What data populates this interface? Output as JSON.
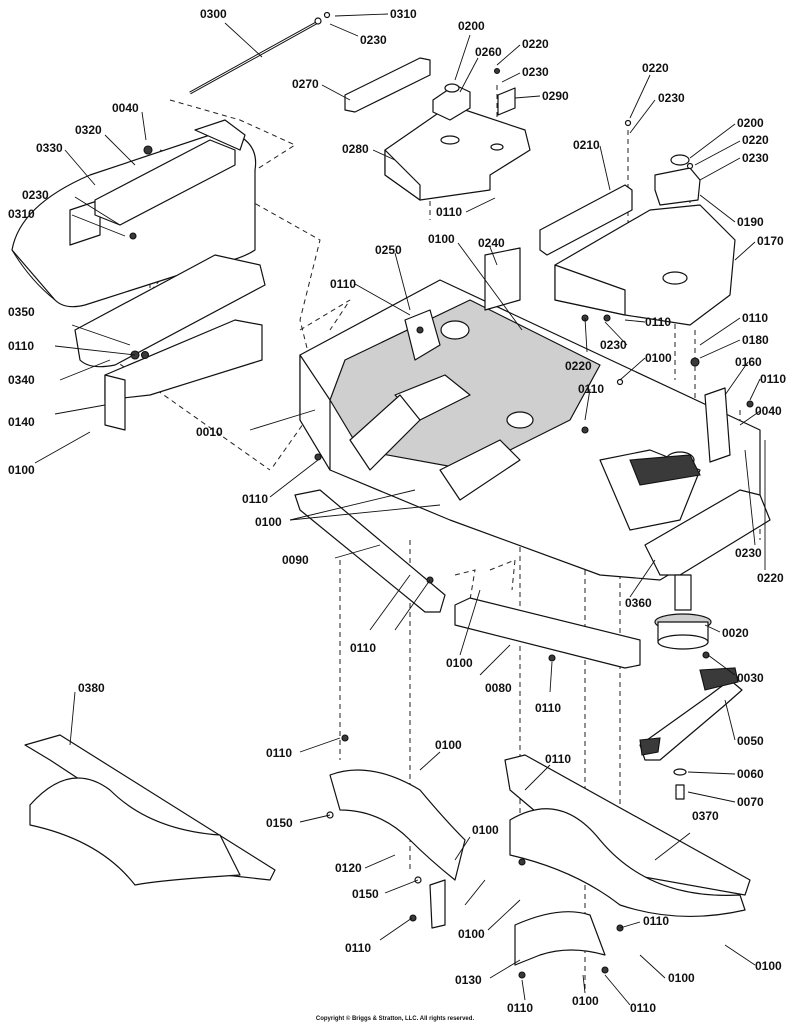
{
  "callouts": [
    {
      "id": "0300",
      "text": "0300"
    },
    {
      "id": "0310a",
      "text": "0310"
    },
    {
      "id": "0230a",
      "text": "0230"
    },
    {
      "id": "0200a",
      "text": "0200"
    },
    {
      "id": "0260",
      "text": "0260"
    },
    {
      "id": "0220a",
      "text": "0220"
    },
    {
      "id": "0230b",
      "text": "0230"
    },
    {
      "id": "0290",
      "text": "0290"
    },
    {
      "id": "0270",
      "text": "0270"
    },
    {
      "id": "0280",
      "text": "0280"
    },
    {
      "id": "0110a",
      "text": "0110"
    },
    {
      "id": "0220b",
      "text": "0220"
    },
    {
      "id": "0230c",
      "text": "0230"
    },
    {
      "id": "0200b",
      "text": "0200"
    },
    {
      "id": "0220c",
      "text": "0220"
    },
    {
      "id": "0230d",
      "text": "0230"
    },
    {
      "id": "0190",
      "text": "0190"
    },
    {
      "id": "0210",
      "text": "0210"
    },
    {
      "id": "0170",
      "text": "0170"
    },
    {
      "id": "0040a",
      "text": "0040"
    },
    {
      "id": "0320",
      "text": "0320"
    },
    {
      "id": "0330",
      "text": "0330"
    },
    {
      "id": "0230e",
      "text": "0230"
    },
    {
      "id": "0310b",
      "text": "0310"
    },
    {
      "id": "0250",
      "text": "0250"
    },
    {
      "id": "0100a",
      "text": "0100"
    },
    {
      "id": "0240",
      "text": "0240"
    },
    {
      "id": "0110b",
      "text": "0110"
    },
    {
      "id": "0110c",
      "text": "0110"
    },
    {
      "id": "0230f",
      "text": "0230"
    },
    {
      "id": "0110d",
      "text": "0110"
    },
    {
      "id": "0350",
      "text": "0350"
    },
    {
      "id": "0110e",
      "text": "0110"
    },
    {
      "id": "0180",
      "text": "0180"
    },
    {
      "id": "0220d",
      "text": "0220"
    },
    {
      "id": "0100b",
      "text": "0100"
    },
    {
      "id": "0160",
      "text": "0160"
    },
    {
      "id": "0340",
      "text": "0340"
    },
    {
      "id": "0110f",
      "text": "0110"
    },
    {
      "id": "0110g",
      "text": "0110"
    },
    {
      "id": "0040b",
      "text": "0040"
    },
    {
      "id": "0140",
      "text": "0140"
    },
    {
      "id": "0100c",
      "text": "0100"
    },
    {
      "id": "0010",
      "text": "0010"
    },
    {
      "id": "0110h",
      "text": "0110"
    },
    {
      "id": "0100d",
      "text": "0100"
    },
    {
      "id": "0090",
      "text": "0090"
    },
    {
      "id": "0230g",
      "text": "0230"
    },
    {
      "id": "0220e",
      "text": "0220"
    },
    {
      "id": "0360",
      "text": "0360"
    },
    {
      "id": "0020",
      "text": "0020"
    },
    {
      "id": "0110i",
      "text": "0110"
    },
    {
      "id": "0100e",
      "text": "0100"
    },
    {
      "id": "0080",
      "text": "0080"
    },
    {
      "id": "0030",
      "text": "0030"
    },
    {
      "id": "0110j",
      "text": "0110"
    },
    {
      "id": "0380",
      "text": "0380"
    },
    {
      "id": "0050",
      "text": "0050"
    },
    {
      "id": "0110k",
      "text": "0110"
    },
    {
      "id": "0100f",
      "text": "0100"
    },
    {
      "id": "0110l",
      "text": "0110"
    },
    {
      "id": "0060",
      "text": "0060"
    },
    {
      "id": "0070",
      "text": "0070"
    },
    {
      "id": "0150a",
      "text": "0150"
    },
    {
      "id": "0100g",
      "text": "0100"
    },
    {
      "id": "0370",
      "text": "0370"
    },
    {
      "id": "0120",
      "text": "0120"
    },
    {
      "id": "0150b",
      "text": "0150"
    },
    {
      "id": "0100h",
      "text": "0100"
    },
    {
      "id": "0110m",
      "text": "0110"
    },
    {
      "id": "0110n",
      "text": "0110"
    },
    {
      "id": "0130",
      "text": "0130"
    },
    {
      "id": "0100i",
      "text": "0100"
    },
    {
      "id": "0100j",
      "text": "0100"
    },
    {
      "id": "0110o",
      "text": "0110"
    },
    {
      "id": "0100k",
      "text": "0100"
    },
    {
      "id": "0110p",
      "text": "0110"
    }
  ],
  "copyright": "Copyright © Briggs & Stratton, LLC. All rights reserved."
}
